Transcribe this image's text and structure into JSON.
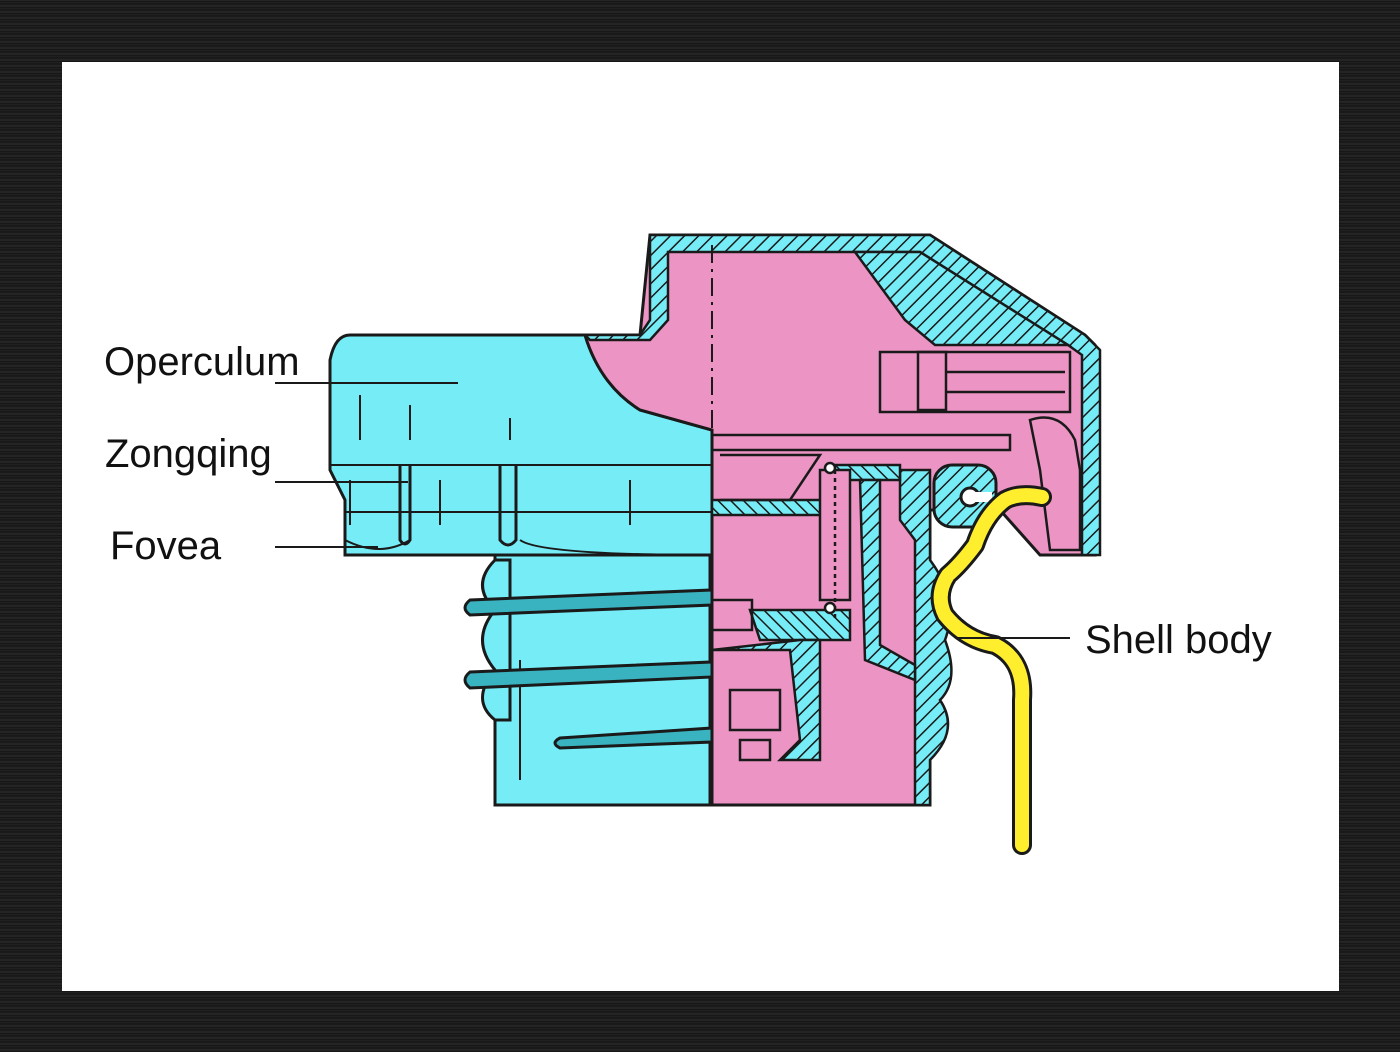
{
  "labels": {
    "operculum": "Operculum",
    "zongqing": "Zongqing",
    "fovea": "Fovea",
    "shell_body": "Shell body"
  },
  "colors": {
    "cyan": "#76ecf7",
    "pink": "#ec94c4",
    "teal": "#39b3bf",
    "yellow": "#ffee2e",
    "outline": "#1a1a1a"
  }
}
